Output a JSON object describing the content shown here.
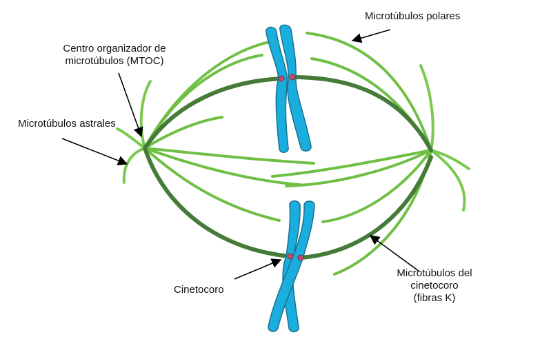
{
  "labels": {
    "polar": "Microtúbulos polares",
    "mtoc_line1": "Centro organizador de",
    "mtoc_line2": "microtúbulos (MTOC)",
    "astral": "Microtúbulos astrales",
    "kineto": "Cinetocoro",
    "kfiber_line1": "Microtúbulos del",
    "kfiber_line2": "cinetocoro",
    "kfiber_line3": "(fibras K)"
  },
  "colors": {
    "chromosome_fill": "#1aaedf",
    "chromosome_stroke": "#1a6f8f",
    "kinetochore": "#c0506a",
    "kinetochore_fiber": "#447b38",
    "polar_microtubule": "#6fbf45",
    "astral_microtubule": "#7ac94e",
    "arrow": "#000000"
  }
}
